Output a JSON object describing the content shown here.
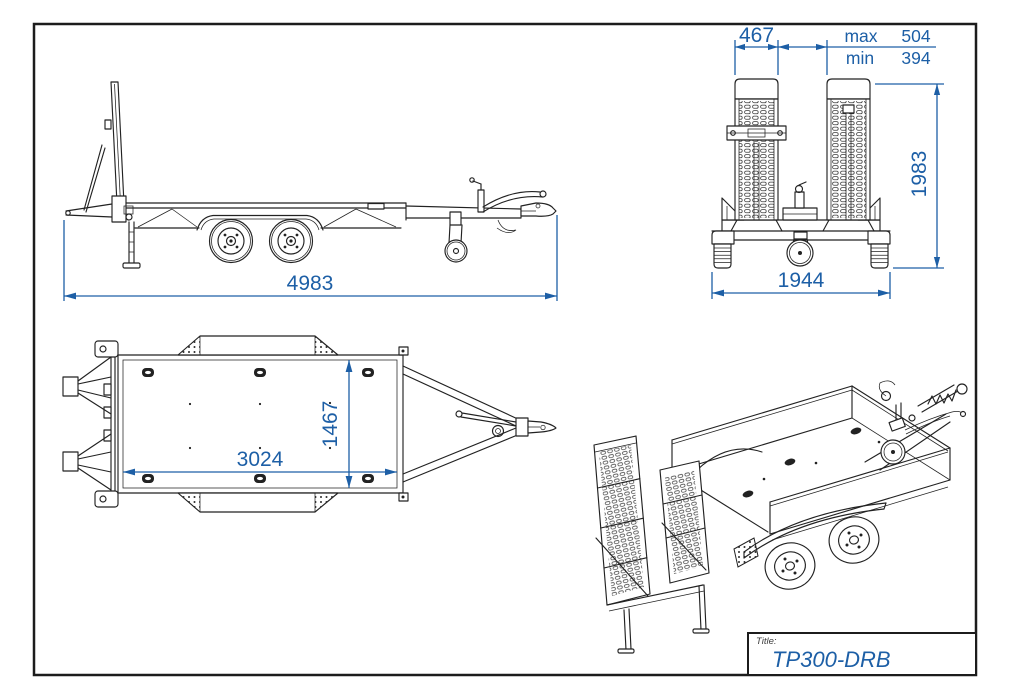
{
  "sheet": {
    "colors": {
      "background": "#ffffff",
      "frame": "#1c1c1c",
      "line": "#222222",
      "dimension": "#1d5fa6",
      "label": "#3c3c3c"
    }
  },
  "title_block": {
    "label": "Title:",
    "value": "TP300-DRB"
  },
  "views": {
    "side": {
      "dims": {
        "overall_length": "4983"
      }
    },
    "rear": {
      "dims": {
        "ramp_width": "467",
        "gap_max_label": "max",
        "gap_max_value": "504",
        "gap_min_label": "min",
        "gap_min_value": "394",
        "overall_height": "1983",
        "overall_width": "1944"
      }
    },
    "top": {
      "dims": {
        "internal_length": "3024",
        "internal_width": "1467"
      }
    }
  }
}
